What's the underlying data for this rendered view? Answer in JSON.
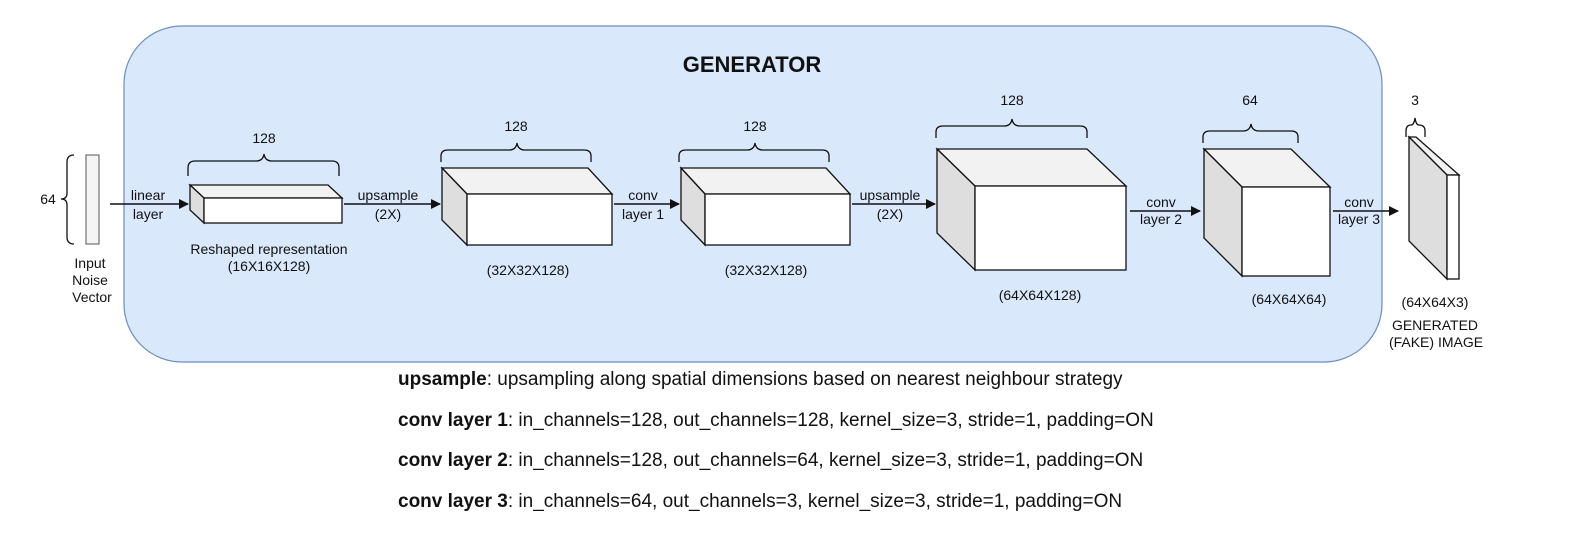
{
  "title": "GENERATOR",
  "input": {
    "dim": "64",
    "label_lines": [
      "Input",
      "Noise",
      "Vector"
    ]
  },
  "arrows": {
    "a1": [
      "linear",
      "layer"
    ],
    "a2": [
      "upsample",
      "(2X)"
    ],
    "a3": [
      "conv",
      "layer 1"
    ],
    "a4": [
      "upsample",
      "(2X)"
    ],
    "a5": [
      "conv",
      "layer 2"
    ],
    "a6": [
      "conv",
      "layer 3"
    ]
  },
  "blocks": {
    "b1": {
      "channels": "128",
      "caption_lines": [
        "Reshaped representation",
        "(16X16X128)"
      ]
    },
    "b2": {
      "channels": "128",
      "caption_lines": [
        "(32X32X128)"
      ]
    },
    "b3": {
      "channels": "128",
      "caption_lines": [
        "(32X32X128)"
      ]
    },
    "b4": {
      "channels": "128",
      "caption_lines": [
        "(64X64X128)"
      ]
    },
    "b5": {
      "channels": "64",
      "caption_lines": [
        "(64X64X64)"
      ]
    },
    "output": {
      "channels": "3",
      "caption_lines": [
        "(64X64X3)",
        "GENERATED",
        "(FAKE) IMAGE"
      ]
    }
  },
  "legend": [
    {
      "term": "upsample",
      "text": ": upsampling along spatial dimensions based on nearest neighbour strategy"
    },
    {
      "term": "conv layer 1",
      "text": ": in_channels=128, out_channels=128, kernel_size=3, stride=1, padding=ON"
    },
    {
      "term": "conv layer 2",
      "text": ": in_channels=128, out_channels=64, kernel_size=3, stride=1, padding=ON"
    },
    {
      "term": "conv layer 3",
      "text": ": in_channels=64, out_channels=3, kernel_size=3, stride=1, padding=ON"
    }
  ]
}
